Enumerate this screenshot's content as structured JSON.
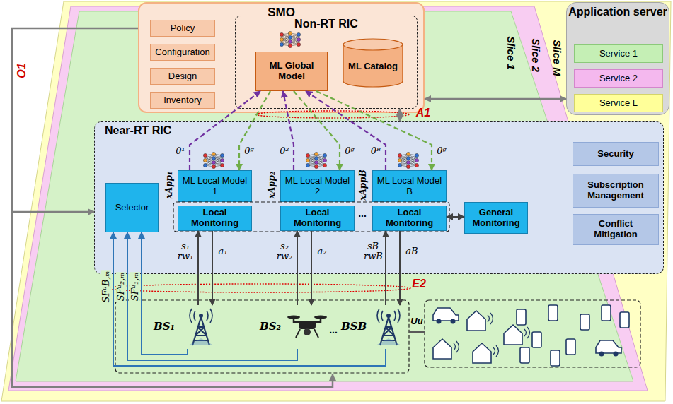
{
  "diagram": {
    "nodes": [
      {
        "text": [
          "SMO"
        ]
      },
      {
        "text": [
          "Policy"
        ],
        "in": 0
      },
      {
        "text": [
          "Configuration"
        ],
        "in": 0
      },
      {
        "text": [
          "Design"
        ],
        "in": 0
      },
      {
        "text": [
          "Inventory"
        ],
        "in": 0
      },
      {
        "text": [
          "Non-RT RIC"
        ],
        "in": 0
      },
      {
        "text": [
          "ML Global Model"
        ],
        "in": 5
      },
      {
        "text": [
          "ML Catalog"
        ],
        "in": 5
      },
      {
        "text": [
          "Application server"
        ]
      },
      {
        "text": [
          "Service 1"
        ],
        "in": 8
      },
      {
        "text": [
          "Service 2"
        ],
        "in": 8
      },
      {
        "text": [
          "Service L"
        ],
        "in": 8
      },
      {
        "text": [
          "Near-RT RIC"
        ]
      },
      {
        "text": [
          "Selector"
        ],
        "in": 12
      },
      {
        "text": [
          "ML Local Model 1"
        ],
        "in": 12
      },
      {
        "text": [
          "ML Local Model 2"
        ],
        "in": 12
      },
      {
        "text": [
          "ML Local Model B"
        ],
        "in": 12
      },
      {
        "text": [
          "Local Monitoring"
        ],
        "in": 12
      },
      {
        "text": [
          "Local Monitoring"
        ],
        "in": 12
      },
      {
        "text": [
          "Local Monitoring"
        ],
        "in": 12
      },
      {
        "text": [
          "General Monitoring"
        ],
        "in": 12
      },
      {
        "text": [
          "Security"
        ],
        "in": 12
      },
      {
        "text": [
          "Subscription Management"
        ],
        "in": 12
      },
      {
        "text": [
          "Conflict Mitigation"
        ],
        "in": 12
      },
      {
        "text": [
          "BS₁"
        ]
      },
      {
        "text": [
          "BS₂"
        ]
      },
      {
        "text": [
          "BSB"
        ]
      }
    ],
    "edges": [
      {
        "from": 14,
        "to": 6,
        "arrow": "to",
        "label": "θ¹"
      },
      {
        "from": 6,
        "to": 14,
        "arrow": "to",
        "label": "θᵍ"
      },
      {
        "from": 15,
        "to": 6,
        "arrow": "to",
        "label": "θ²"
      },
      {
        "from": 6,
        "to": 15,
        "arrow": "to",
        "label": "θᵍ"
      },
      {
        "from": 16,
        "to": 6,
        "arrow": "to",
        "label": "θᴮ"
      },
      {
        "from": 6,
        "to": 16,
        "arrow": "to",
        "label": "θᵍ"
      },
      {
        "from": 5,
        "to": 12,
        "arrow": "both"
      },
      {
        "from": 0,
        "to": 8,
        "arrow": "both"
      },
      {
        "from": 0,
        "to": 12,
        "arrow": "to"
      },
      {
        "from": 24,
        "to": 17,
        "arrow": "to",
        "label": "s₁ rw₁"
      },
      {
        "from": 17,
        "to": 24,
        "arrow": "to",
        "label": "a₁"
      },
      {
        "from": 25,
        "to": 18,
        "arrow": "to",
        "label": "s₂ rw₂"
      },
      {
        "from": 18,
        "to": 25,
        "arrow": "to",
        "label": "a₂"
      },
      {
        "from": 26,
        "to": 19,
        "arrow": "to",
        "label": "sB rwB"
      },
      {
        "from": 19,
        "to": 26,
        "arrow": "to",
        "label": "aB"
      },
      {
        "from": 24,
        "to": 13,
        "arrow": "to",
        "label": "SFᵘ₁,ₘ"
      },
      {
        "from": 25,
        "to": 13,
        "arrow": "to",
        "label": "SFᵘ₂,ₘ"
      },
      {
        "from": 26,
        "to": 13,
        "arrow": "to",
        "label": "SFᵘB,ₘ"
      },
      {
        "from": 20,
        "to": 19,
        "arrow": "both"
      }
    ],
    "labels": [
      "Slice 1",
      "Slice 2",
      "Slice M",
      "O1",
      "A1",
      "E2",
      "Uu",
      "xApp₁",
      "xApp₂",
      "xAppB",
      "...",
      "..."
    ]
  }
}
